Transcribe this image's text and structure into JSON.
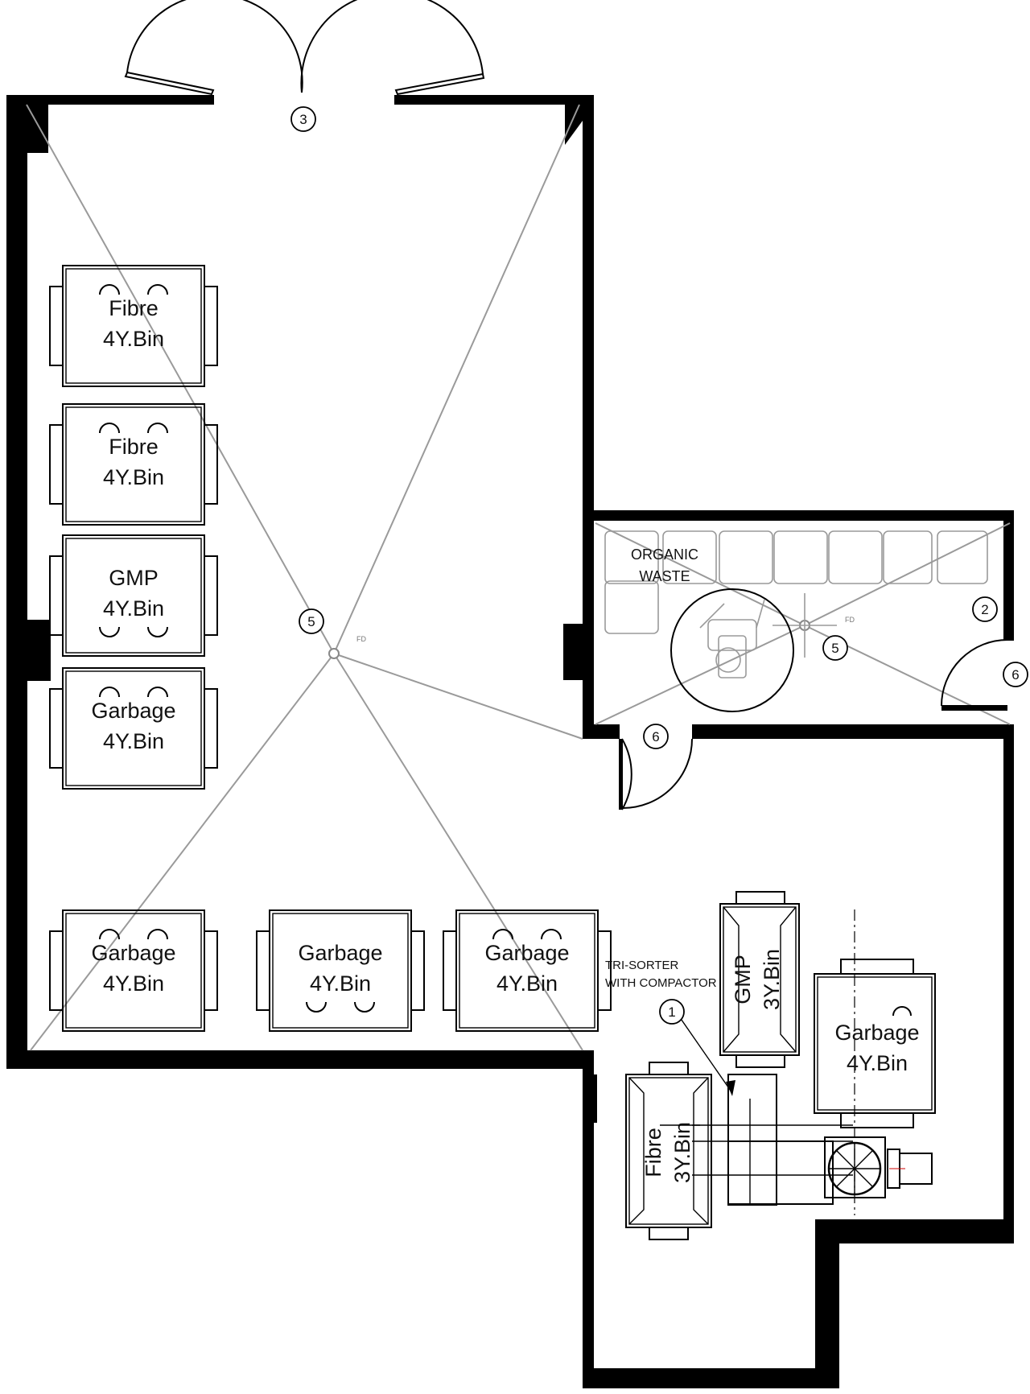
{
  "bins": [
    {
      "line1": "Fibre",
      "line2": "4Y.Bin"
    },
    {
      "line1": "Fibre",
      "line2": "4Y.Bin"
    },
    {
      "line1": "GMP",
      "line2": "4Y.Bin"
    },
    {
      "line1": "Garbage",
      "line2": "4Y.Bin"
    },
    {
      "line1": "Garbage",
      "line2": "4Y.Bin"
    },
    {
      "line1": "Garbage",
      "line2": "4Y.Bin"
    },
    {
      "line1": "Garbage",
      "line2": "4Y.Bin"
    },
    {
      "line1": "Garbage",
      "line2": "4Y.Bin"
    }
  ],
  "small_bins": [
    {
      "line1": "GMP",
      "line2": "3Y.Bin"
    },
    {
      "line1": "Fibre",
      "line2": "3Y.Bin"
    }
  ],
  "organic": {
    "line1": "ORGANIC",
    "line2": "WASTE"
  },
  "trisorter": {
    "line1": "TRI-SORTER",
    "line2": "WITH COMPACTOR"
  },
  "floor_drain": "FD",
  "tags": [
    "3",
    "5",
    "5",
    "2",
    "6",
    "6",
    "1"
  ]
}
